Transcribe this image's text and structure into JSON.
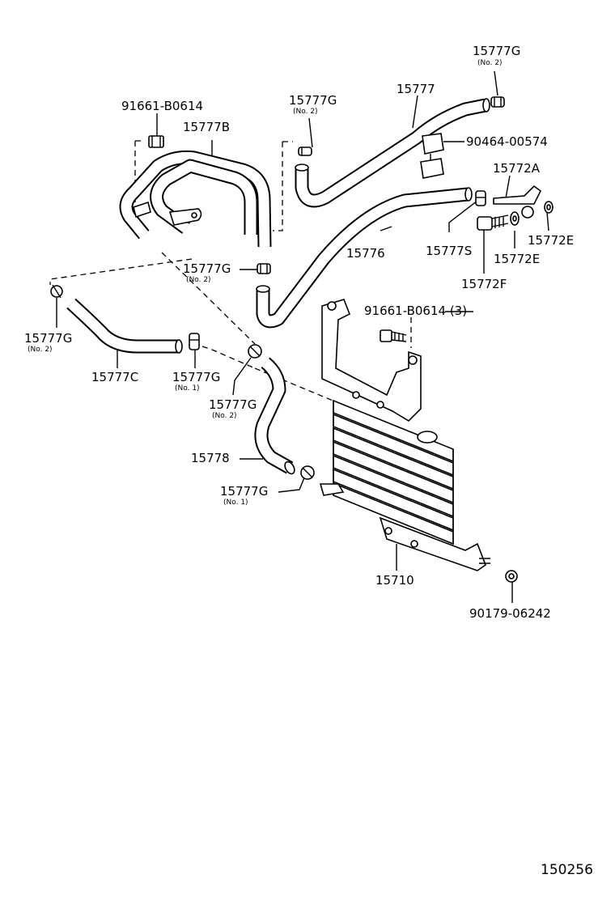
{
  "labels": {
    "p15777g_top": "15777G",
    "no2_top": "(No. 2)",
    "p15777": "15777",
    "p90464": "90464-00574",
    "p91661_left": "91661-B0614",
    "p15777g_mid": "15777G",
    "no2_mid": "(No. 2)",
    "p15777b": "15777B",
    "p15772a": "15772A",
    "p15777s": "15777S",
    "p15772e_right": "15772E",
    "p15772e_center": "15772E",
    "p15776": "15776",
    "p15772f": "15772F",
    "p15777g_left2": "15777G",
    "no2_left2": "(No. 2)",
    "p91661_right": "91661-B0614 (3)",
    "p15777g_left": "15777G",
    "no2_left": "(No. 2)",
    "p15777c": "15777C",
    "p15777g_no1a": "15777G",
    "no1_a": "(No. 1)",
    "p15777g_center": "15777G",
    "no2_center": "(No. 2)",
    "p15778": "15778",
    "p15777g_no1b": "15777G",
    "no1_b": "(No. 1)",
    "p15710": "15710",
    "p90179": "90179-06242",
    "figure_number": "150256"
  }
}
